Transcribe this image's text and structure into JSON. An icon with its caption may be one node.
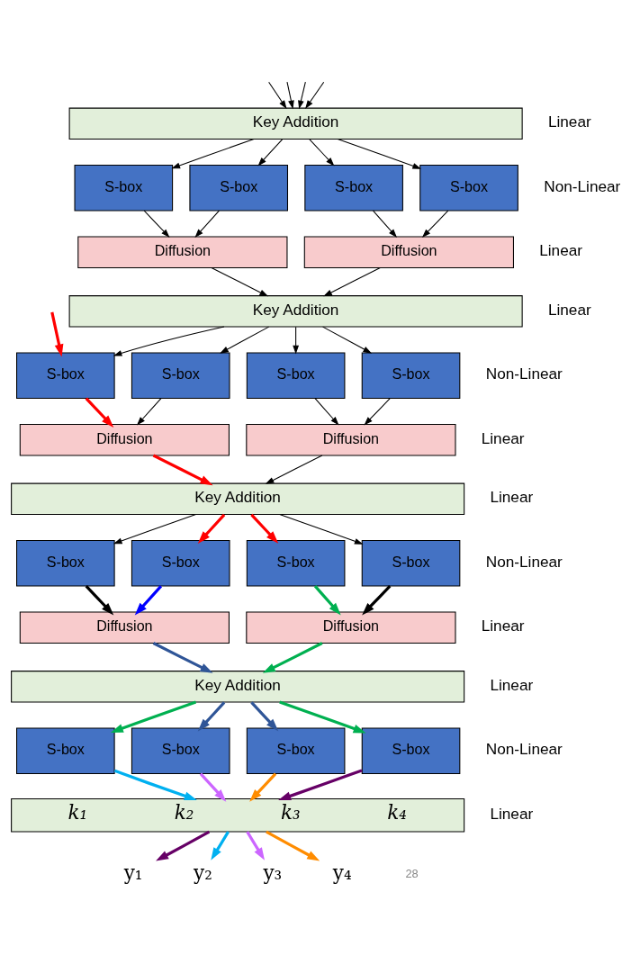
{
  "diagram": {
    "nodes": [
      {
        "text": [
          "Key Addition"
        ]
      },
      {
        "text": [
          "S-box"
        ]
      },
      {
        "text": [
          "S-box"
        ]
      },
      {
        "text": [
          "S-box"
        ]
      },
      {
        "text": [
          "S-box"
        ]
      },
      {
        "text": [
          "Diffusion"
        ]
      },
      {
        "text": [
          "Diffusion"
        ]
      },
      {
        "text": [
          "Key Addition"
        ]
      },
      {
        "text": [
          "S-box"
        ]
      },
      {
        "text": [
          "S-box"
        ]
      },
      {
        "text": [
          "S-box"
        ]
      },
      {
        "text": [
          "S-box"
        ]
      },
      {
        "text": [
          "Diffusion"
        ]
      },
      {
        "text": [
          "Diffusion"
        ]
      },
      {
        "text": [
          "Key Addition"
        ]
      },
      {
        "text": [
          "S-box"
        ]
      },
      {
        "text": [
          "S-box"
        ]
      },
      {
        "text": [
          "S-box"
        ]
      },
      {
        "text": [
          "S-box"
        ]
      },
      {
        "text": [
          "Diffusion"
        ]
      },
      {
        "text": [
          "Diffusion"
        ]
      },
      {
        "text": [
          "Key Addition"
        ]
      },
      {
        "text": [
          "S-box"
        ]
      },
      {
        "text": [
          "S-box"
        ]
      },
      {
        "text": [
          "S-box"
        ]
      },
      {
        "text": [
          "S-box"
        ]
      },
      {
        "text": [
          "k₁",
          "k₂",
          "k₃",
          "k₄"
        ]
      },
      {
        "text": [
          "y₁"
        ]
      },
      {
        "text": [
          "y₂"
        ]
      },
      {
        "text": [
          "y₃"
        ]
      },
      {
        "text": [
          "y₄"
        ]
      }
    ],
    "edges": [
      {
        "from": null,
        "to": 0,
        "arrow": "to"
      },
      {
        "from": null,
        "to": 0,
        "arrow": "to"
      },
      {
        "from": null,
        "to": 0,
        "arrow": "to"
      },
      {
        "from": null,
        "to": 0,
        "arrow": "to"
      },
      {
        "from": 0,
        "to": 1,
        "arrow": "to"
      },
      {
        "from": 0,
        "to": 2,
        "arrow": "to"
      },
      {
        "from": 0,
        "to": 3,
        "arrow": "to"
      },
      {
        "from": 0,
        "to": 4,
        "arrow": "to"
      },
      {
        "from": 1,
        "to": 5,
        "arrow": "to"
      },
      {
        "from": 2,
        "to": 5,
        "arrow": "to"
      },
      {
        "from": 3,
        "to": 6,
        "arrow": "to"
      },
      {
        "from": 4,
        "to": 6,
        "arrow": "to"
      },
      {
        "from": 5,
        "to": 7,
        "arrow": "to"
      },
      {
        "from": 6,
        "to": 7,
        "arrow": "to"
      },
      {
        "from": 7,
        "to": 8,
        "arrow": "to"
      },
      {
        "from": 7,
        "to": 9,
        "arrow": "to"
      },
      {
        "from": 7,
        "to": 10,
        "arrow": "to"
      },
      {
        "from": 7,
        "to": 11,
        "arrow": "to"
      },
      {
        "from": null,
        "to": 8,
        "arrow": "to",
        "style": "thick",
        "color": "#ff0000"
      },
      {
        "from": 8,
        "to": 12,
        "arrow": "to",
        "style": "thick",
        "color": "#ff0000"
      },
      {
        "from": 9,
        "to": 12,
        "arrow": "to"
      },
      {
        "from": 10,
        "to": 13,
        "arrow": "to"
      },
      {
        "from": 11,
        "to": 13,
        "arrow": "to"
      },
      {
        "from": 12,
        "to": 14,
        "arrow": "to",
        "style": "thick",
        "color": "#ff0000"
      },
      {
        "from": 13,
        "to": 14,
        "arrow": "to"
      },
      {
        "from": 14,
        "to": 15,
        "arrow": "to"
      },
      {
        "from": 14,
        "to": 16,
        "arrow": "to",
        "style": "thick",
        "color": "#ff0000"
      },
      {
        "from": 14,
        "to": 17,
        "arrow": "to",
        "style": "thick",
        "color": "#ff0000"
      },
      {
        "from": 14,
        "to": 18,
        "arrow": "to"
      },
      {
        "from": 15,
        "to": 19,
        "arrow": "to",
        "style": "thick"
      },
      {
        "from": 16,
        "to": 19,
        "arrow": "to",
        "style": "thick",
        "color": "#0000ff"
      },
      {
        "from": 17,
        "to": 20,
        "arrow": "to",
        "style": "thick",
        "color": "#00b050"
      },
      {
        "from": 18,
        "to": 20,
        "arrow": "to",
        "style": "thick"
      },
      {
        "from": 19,
        "to": 21,
        "arrow": "to",
        "style": "thick",
        "color": "#2f5597"
      },
      {
        "from": 20,
        "to": 21,
        "arrow": "to",
        "style": "thick",
        "color": "#00b050"
      },
      {
        "from": 21,
        "to": 22,
        "arrow": "to",
        "style": "thick",
        "color": "#00b050"
      },
      {
        "from": 21,
        "to": 23,
        "arrow": "to",
        "style": "thick",
        "color": "#2f5597"
      },
      {
        "from": 21,
        "to": 24,
        "arrow": "to",
        "style": "thick",
        "color": "#2f5597"
      },
      {
        "from": 21,
        "to": 25,
        "arrow": "to",
        "style": "thick",
        "color": "#00b050"
      },
      {
        "from": 22,
        "to": 26,
        "arrow": "to",
        "style": "thick",
        "color": "#00b0f0"
      },
      {
        "from": 23,
        "to": 26,
        "arrow": "to",
        "style": "thick",
        "color": "#cc66ff"
      },
      {
        "from": 24,
        "to": 26,
        "arrow": "to",
        "style": "thick",
        "color": "#ff8c00"
      },
      {
        "from": 25,
        "to": 26,
        "arrow": "to",
        "style": "thick",
        "color": "#660066"
      },
      {
        "from": 26,
        "to": 27,
        "arrow": "to",
        "style": "thick",
        "color": "#660066"
      },
      {
        "from": 26,
        "to": 28,
        "arrow": "to",
        "style": "thick",
        "color": "#00b0f0"
      },
      {
        "from": 26,
        "to": 29,
        "arrow": "to",
        "style": "thick",
        "color": "#cc66ff"
      },
      {
        "from": 26,
        "to": 30,
        "arrow": "to",
        "style": "thick",
        "color": "#ff8c00"
      }
    ],
    "labels": [
      "Linear",
      "Non-Linear",
      "Linear",
      "Linear",
      "Non-Linear",
      "Linear",
      "Linear",
      "Non-Linear",
      "Linear",
      "Linear",
      "Non-Linear",
      "Linear",
      "28"
    ]
  }
}
